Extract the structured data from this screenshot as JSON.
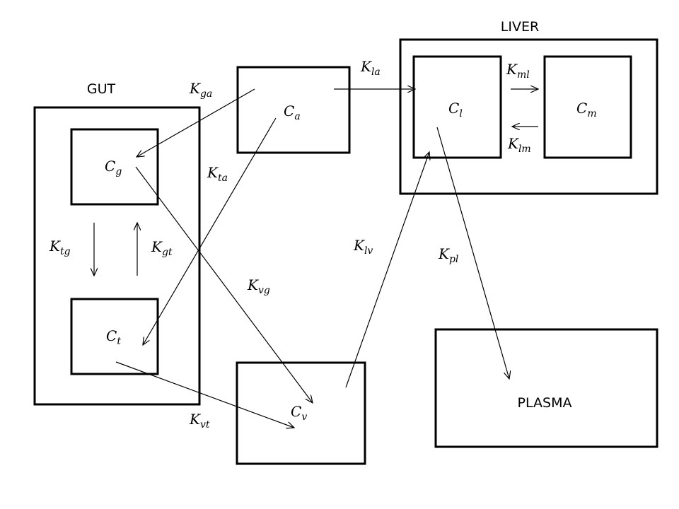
{
  "diagram": {
    "groups": {
      "gut": "GUT",
      "liver": "LIVER",
      "plasma": "PLASMA"
    },
    "compartments": {
      "a": {
        "base": "C",
        "sub": "a"
      },
      "g": {
        "base": "C",
        "sub": "g"
      },
      "t": {
        "base": "C",
        "sub": "t"
      },
      "v": {
        "base": "C",
        "sub": "v"
      },
      "l": {
        "base": "C",
        "sub": "l"
      },
      "m": {
        "base": "C",
        "sub": "m"
      }
    },
    "rates": {
      "ga": {
        "base": "K",
        "sub": "ga"
      },
      "la": {
        "base": "K",
        "sub": "la"
      },
      "ml": {
        "base": "K",
        "sub": "ml"
      },
      "lm": {
        "base": "K",
        "sub": "lm"
      },
      "ta": {
        "base": "K",
        "sub": "ta"
      },
      "tg": {
        "base": "K",
        "sub": "tg"
      },
      "gt": {
        "base": "K",
        "sub": "gt"
      },
      "vg": {
        "base": "K",
        "sub": "vg"
      },
      "lv": {
        "base": "K",
        "sub": "lv"
      },
      "pl": {
        "base": "K",
        "sub": "pl"
      },
      "vt": {
        "base": "K",
        "sub": "vt"
      }
    }
  }
}
